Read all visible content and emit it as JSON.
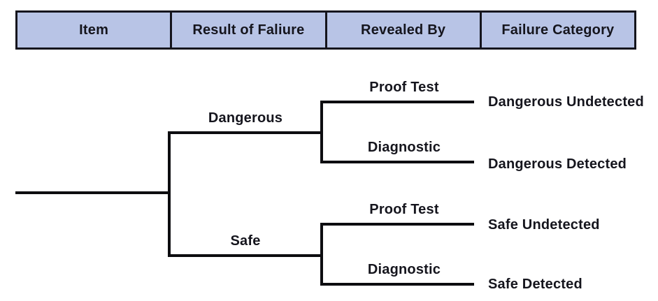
{
  "colors": {
    "background": "#ffffff",
    "header_fill": "#b8c4e6",
    "border": "#15151d",
    "line": "#0d0d10",
    "text": "#15151d"
  },
  "header": {
    "columns": [
      "Item",
      "Result of Faliure",
      "Revealed By",
      "Failure Category"
    ]
  },
  "tree": {
    "branches": [
      {
        "result_of_failure": "Dangerous",
        "outcomes": [
          {
            "revealed_by": "Proof Test",
            "failure_category": "Dangerous Undetected"
          },
          {
            "revealed_by": "Diagnostic",
            "failure_category": "Dangerous Detected"
          }
        ]
      },
      {
        "result_of_failure": "Safe",
        "outcomes": [
          {
            "revealed_by": "Proof Test",
            "failure_category": "Safe Undetected"
          },
          {
            "revealed_by": "Diagnostic",
            "failure_category": "Safe Detected"
          }
        ]
      }
    ]
  }
}
